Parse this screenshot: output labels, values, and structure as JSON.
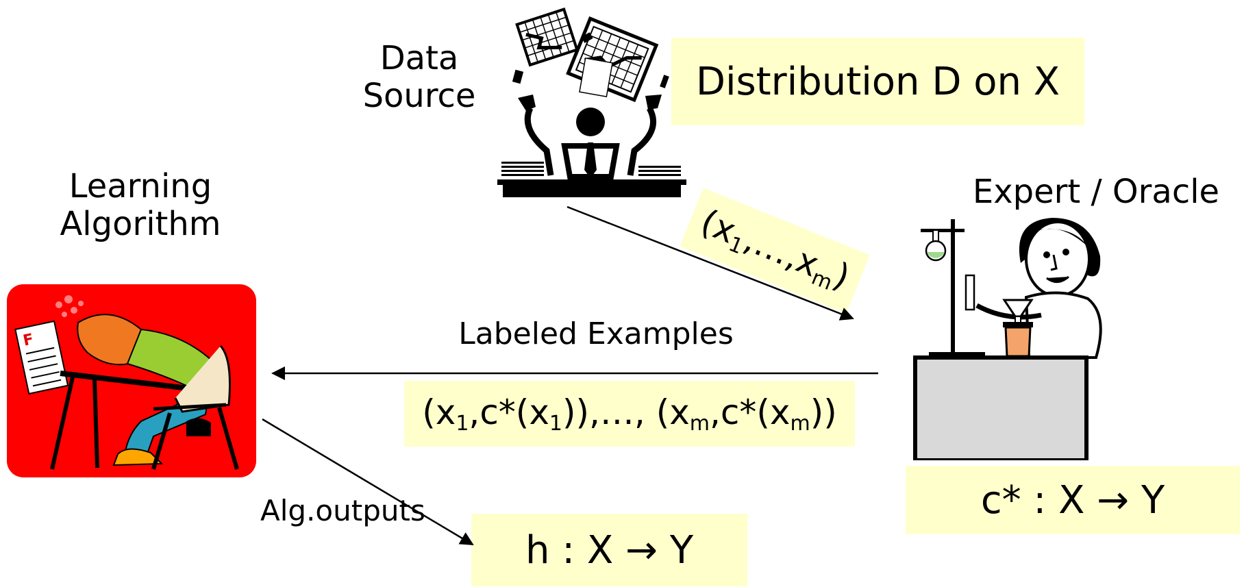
{
  "data_source": {
    "label_line1": "Data",
    "label_line2": "Source",
    "distribution": "Distribution D on X"
  },
  "expert": {
    "label": "Expert / Oracle",
    "target": "c* : X → Y"
  },
  "learner": {
    "label_line1": "Learning",
    "label_line2": "Algorithm",
    "paper_grade": "F"
  },
  "edges": {
    "unlabeled": {
      "open": "(",
      "x1_base": "x",
      "x1_sub": "1",
      "dots": ",…,",
      "xm_base": "x",
      "xm_sub": "m",
      "close": ")"
    },
    "labeled": {
      "title": "Labeled Examples",
      "p1": "(x",
      "s1": "1",
      "p2": ",c*(x",
      "s2": "1",
      "p3": ")),…, (x",
      "s3": "m",
      "p4": ",c*(x",
      "s4": "m",
      "p5": "))"
    },
    "output": {
      "label": "Alg.outputs",
      "hypothesis": "h : X → Y"
    }
  },
  "colors": {
    "highlight": "#ffffcc",
    "learner_bg": "#ff0000",
    "arrow": "#000000"
  }
}
